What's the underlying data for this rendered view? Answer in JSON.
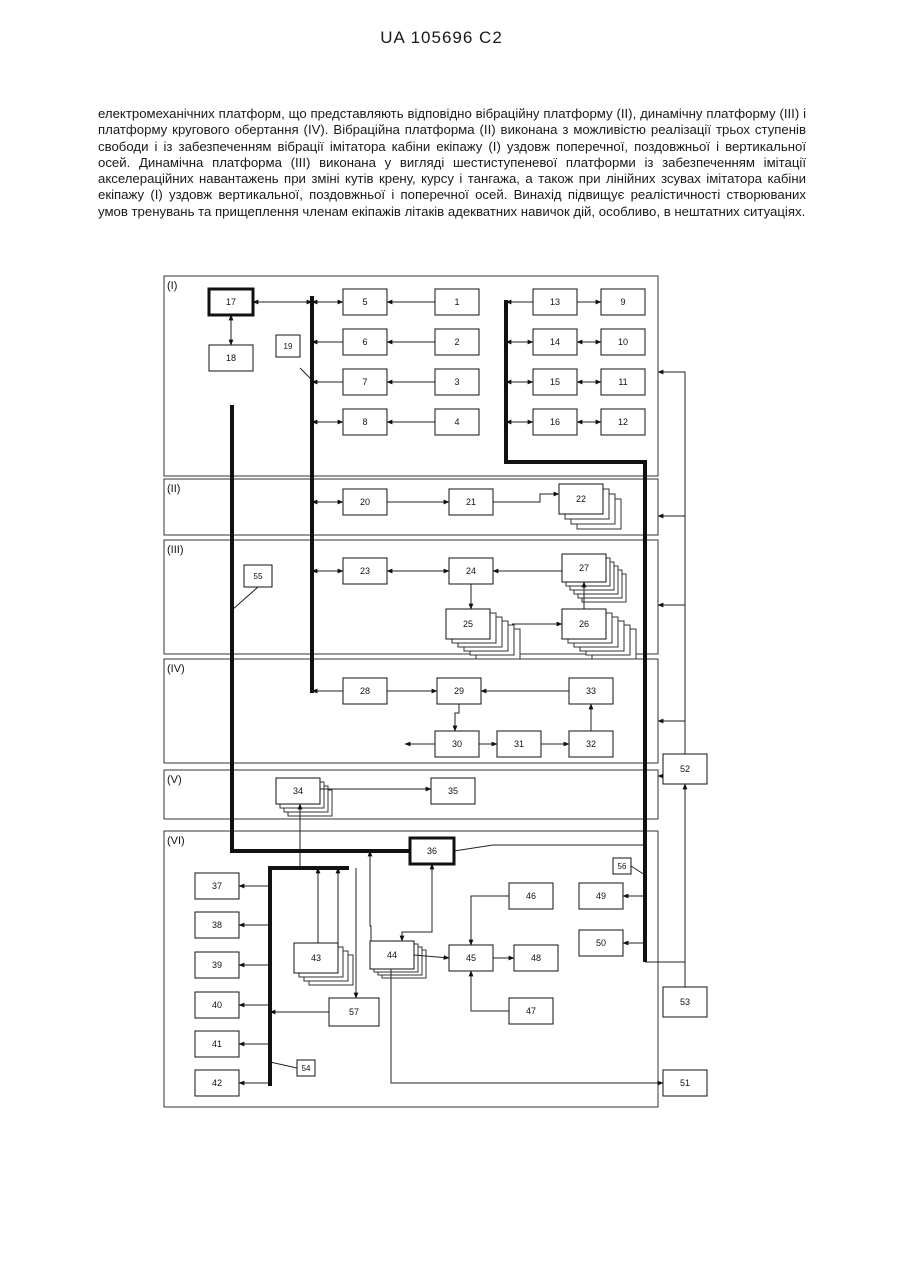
{
  "header": {
    "patent_number": "UA   105696   C2"
  },
  "abstract_text": "електромеханічних платформ, що представляють відповідно вібраційну платформу (II), динамічну платформу (III) і платформу кругового обертання (IV). Вібраційна платформа (II) виконана з можливістю реалізації трьох ступенів свободи і із забезпеченням вібрації імітатора кабіни екіпажу (I) уздовж поперечної, поздовжньої і вертикальної осей. Динамічна платформа (III) виконана у вигляді шестиступеневої платформи із забезпеченням імітації акселераційних навантажень при зміні кутів крену, курсу і тангажа, а також при лінійних зсувах імітатора кабіни екіпажу (I) уздовж вертикальної, поздовжньої і поперечної осей. Винахід підвищує реалістичності створюваних умов тренувань та прищеплення членам екіпажів літаків адекватних навичок дій, особливо, в нештатних ситуаціях.",
  "diagram": {
    "sections": [
      "(I)",
      "(II)",
      "(III)",
      "(IV)",
      "(V)",
      "(VI)"
    ],
    "blocks": [
      "1",
      "2",
      "3",
      "4",
      "5",
      "6",
      "7",
      "8",
      "9",
      "10",
      "11",
      "12",
      "13",
      "14",
      "15",
      "16",
      "17",
      "18",
      "19",
      "20",
      "21",
      "22",
      "23",
      "24",
      "25",
      "26",
      "27",
      "28",
      "29",
      "30",
      "31",
      "32",
      "33",
      "34",
      "35",
      "36",
      "37",
      "38",
      "39",
      "40",
      "41",
      "42",
      "43",
      "44",
      "45",
      "46",
      "47",
      "48",
      "49",
      "50",
      "51",
      "52",
      "53",
      "54",
      "55",
      "56",
      "57"
    ]
  }
}
